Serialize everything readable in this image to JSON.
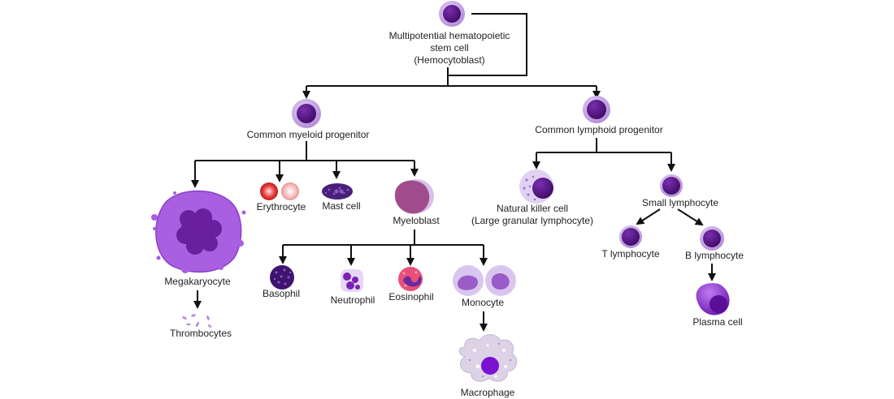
{
  "nodes": {
    "hsc": {
      "line1": "Multipotential hematopoietic",
      "line2": "stem cell",
      "line3": "(Hemocytoblast)"
    },
    "myeloid": {
      "label": "Common myeloid progenitor"
    },
    "lymphoid": {
      "label": "Common lymphoid progenitor"
    },
    "megakaryocyte": {
      "label": "Megakaryocyte"
    },
    "thrombocytes": {
      "label": "Thrombocytes"
    },
    "erythrocyte": {
      "label": "Erythrocyte"
    },
    "mast_cell": {
      "label": "Mast cell"
    },
    "myeloblast": {
      "label": "Myeloblast"
    },
    "basophil": {
      "label": "Basophil"
    },
    "neutrophil": {
      "label": "Neutrophil"
    },
    "eosinophil": {
      "label": "Eosinophil"
    },
    "monocyte": {
      "label": "Monocyte"
    },
    "macrophage": {
      "label": "Macrophage"
    },
    "nk_cell": {
      "line1": "Natural killer cell",
      "line2": "(Large granular lymphocyte)"
    },
    "small_lymphocyte": {
      "label": "Small lymphocyte"
    },
    "t_lymphocyte": {
      "label": "T lymphocyte"
    },
    "b_lymphocyte": {
      "label": "B lymphocyte"
    },
    "plasma_cell": {
      "label": "Plasma cell"
    }
  },
  "colors": {
    "cell_outer": "#c9a8e6",
    "nucleus": "#5b1a86",
    "megakaryocyte_body": "#a95fe0",
    "megakaryocyte_nucleus": "#6a1f9e",
    "erythrocyte_dark": "#d42020",
    "erythrocyte_light": "#f4a9a9",
    "mast_cell": "#4a1f7a",
    "myeloblast": "#a04c8c",
    "eosinophil": "#e8507a",
    "plasma_cell": "#8a2fd0",
    "macrophage_body": "#dcd3e6",
    "arrow": "#111111"
  }
}
